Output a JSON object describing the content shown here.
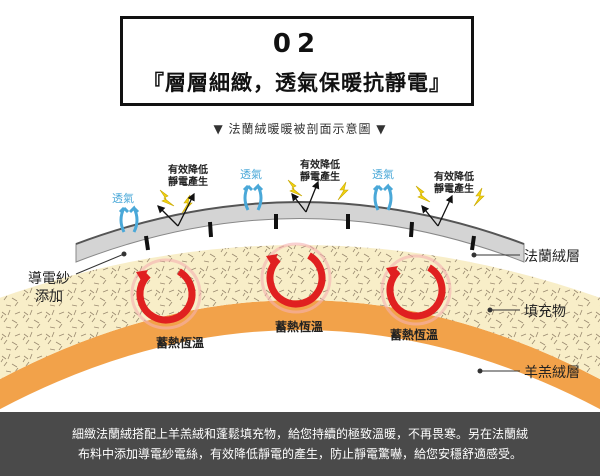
{
  "header": {
    "number": "02",
    "title": "『層層細緻，透氣保暖抗靜電』",
    "subtitle": "▼ 法蘭絨暖暖被剖面示意圖 ▼"
  },
  "diagram": {
    "breathable_label": "透氣",
    "antistatic_label_line1": "有效降低",
    "antistatic_label_line2": "靜電產生",
    "heat_label": "蓄熱恆溫",
    "left_label_line1": "導電紗",
    "left_label_line2": "添加",
    "layers": {
      "flannel": "法蘭絨層",
      "filler": "填充物",
      "cashmere": "羊羔絨層"
    },
    "colors": {
      "breathable": "#4aa8d8",
      "lightning": "#f2d20f",
      "swirl": "#e02020",
      "filler": "#f8eec8",
      "cashmere": "#f2a24a",
      "flannel": "#cfcfcf"
    }
  },
  "footer": {
    "line1": "細緻法蘭絨搭配上羊羔絨和蓬鬆填充物，給您持續的極致溫暖，不再畏寒。另在法蘭絨",
    "line2": "布料中添加導電紗電絲，有效降低靜電的產生，防止靜電驚嚇，給您安穩舒適感受。"
  }
}
